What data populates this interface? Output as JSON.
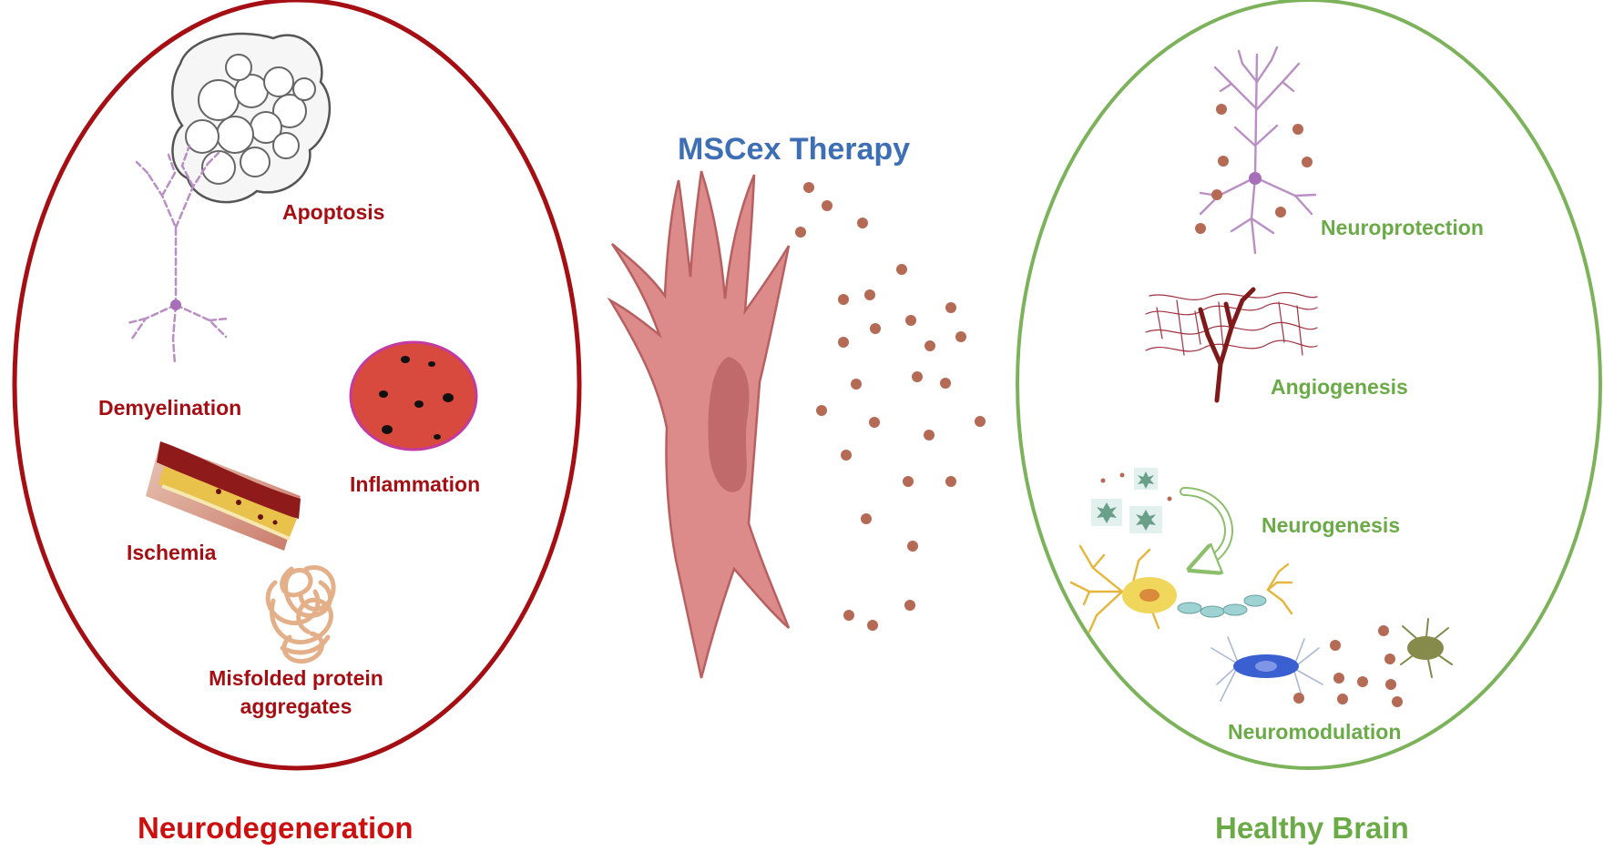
{
  "center": {
    "title": "MSCex Therapy"
  },
  "left": {
    "title": "Neurodegeneration",
    "labels": {
      "apoptosis": "Apoptosis",
      "demyelination": "Demyelination",
      "inflammation": "Inflammation",
      "ischemia": "Ischemia",
      "misfolded_line1": "Misfolded protein",
      "misfolded_line2": "aggregates"
    }
  },
  "right": {
    "title": "Healthy Brain",
    "labels": {
      "neuroprotection": "Neuroprotection",
      "angiogenesis": "Angiogenesis",
      "neurogenesis": "Neurogenesis",
      "neuromodulation": "Neuromodulation"
    }
  },
  "colors": {
    "left_ellipse": "#a50f14",
    "right_ellipse": "#7cb35a",
    "left_label": "#a50f14",
    "right_label": "#6aab47",
    "center_title": "#3e6fb5",
    "left_title": "#cc1010",
    "cell_body": "#dc8a8a",
    "cell_outline": "#b85f60",
    "nucleus": "#b85f60",
    "exosome": "#b56a55"
  },
  "icons": {
    "apoptotic-cell": "apoptotic-cell-icon",
    "degenerating-neuron": "degenerating-neuron-icon",
    "inflamed-cell": "inflamed-cell-icon",
    "blocked-artery": "blocked-artery-icon",
    "protein-tangle": "protein-tangle-icon",
    "stem-cell": "mesenchymal-stem-cell-icon",
    "exosome": "exosome-icon",
    "healthy-neuron": "healthy-neuron-icon",
    "vessel-network": "vessel-network-icon",
    "neural-progenitor": "neural-progenitor-icon",
    "mature-neuron": "mature-neuron-icon",
    "glial-cell": "glial-cell-icon"
  }
}
